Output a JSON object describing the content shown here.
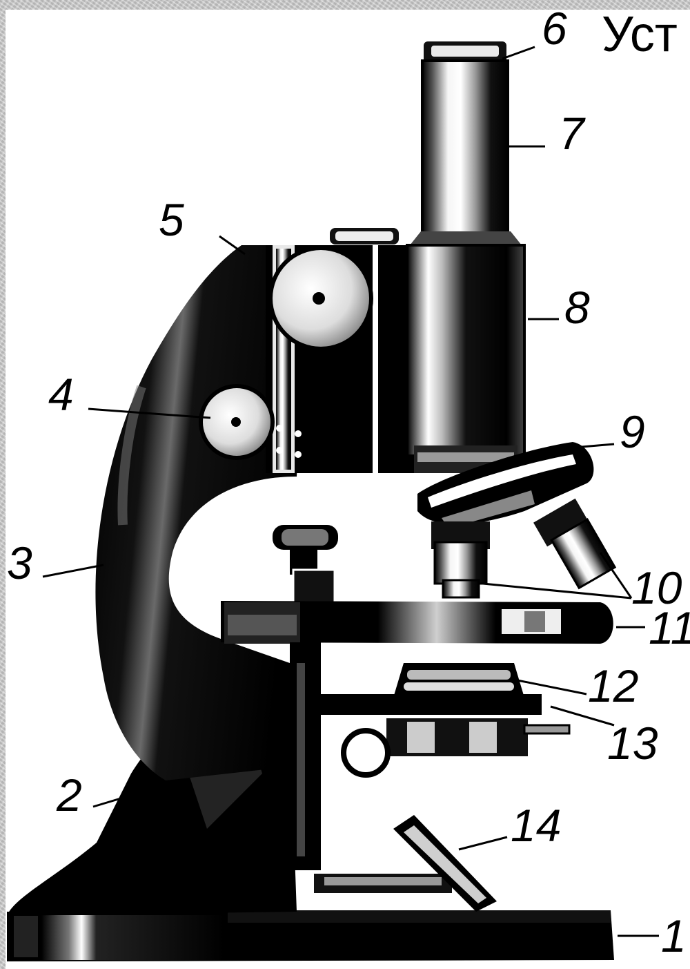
{
  "title": "Уст",
  "labels": {
    "n1": "1",
    "n2": "2",
    "n3": "3",
    "n4": "4",
    "n5": "5",
    "n6": "6",
    "n7": "7",
    "n8": "8",
    "n9": "9",
    "n10": "10",
    "n11": "11",
    "n12": "12",
    "n13": "13",
    "n14": "14"
  }
}
